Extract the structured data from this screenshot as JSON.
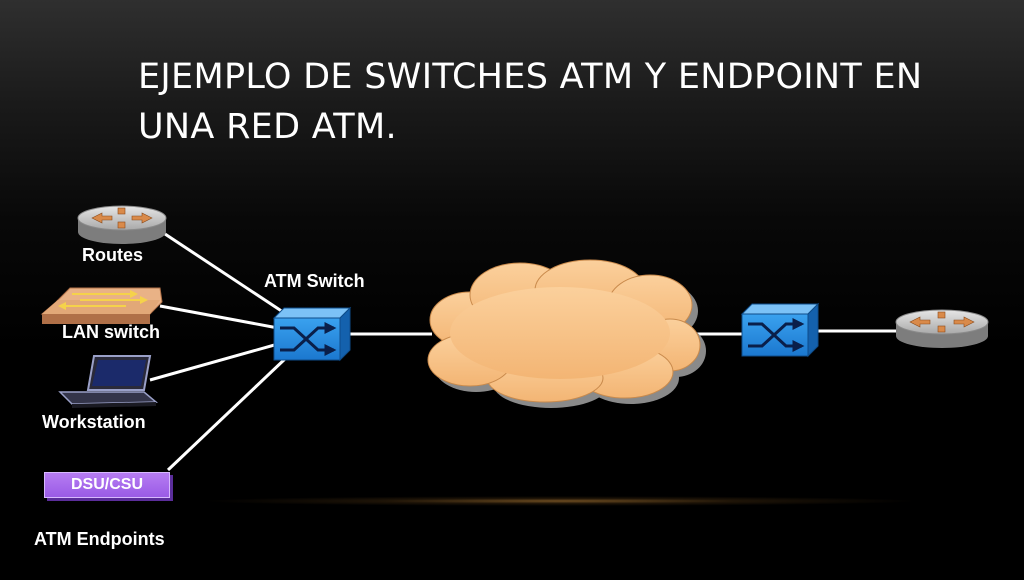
{
  "title": "Ejemplo de switches ATM y endpoint en una red ATM.",
  "labels": {
    "routes": "Routes",
    "lan_switch": "LAN switch",
    "workstation": "Workstation",
    "dsu_csu": "DSU/CSU",
    "atm_switch": "ATM Switch",
    "atm_endpoints": "ATM Endpoints"
  },
  "colors": {
    "cloud": "#f7c083",
    "switch_blue": "#2a8fe0",
    "dsu_purple": "#a469ee",
    "lan_switch": "#e2a878",
    "router": "#c8c8c8",
    "arrow_orange": "#d98a4a",
    "link": "#ffffff"
  }
}
